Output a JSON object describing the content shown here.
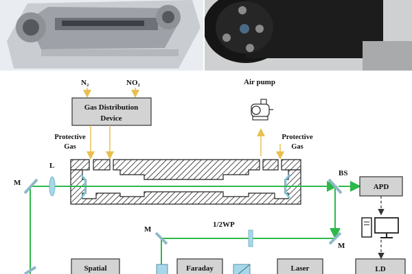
{
  "labels": {
    "n2": "N₂",
    "no2": "NO₂",
    "air_pump": "Air pump",
    "protective_left_1": "Protective",
    "protective_left_2": "Gas",
    "protective_right_1": "Protective",
    "protective_right_2": "Gas",
    "mirror_left": "M",
    "lens": "L",
    "beam_splitter": "BS",
    "half_wave_plate": "1/2WP",
    "mirror_lower_left": "M",
    "mirror_lower_right": "M"
  },
  "boxes": {
    "gas_distribution_1": "Gas Distribution",
    "gas_distribution_2": "Device",
    "apd": "APD",
    "spatial": "Spatial",
    "faraday": "Faraday",
    "laser": "Laser",
    "ld": "LD"
  },
  "colors": {
    "beam": "#2db84a",
    "gas_arrow": "#e8c050",
    "box_fill": "#d3d3d3",
    "optic": "#9fd3e6"
  }
}
